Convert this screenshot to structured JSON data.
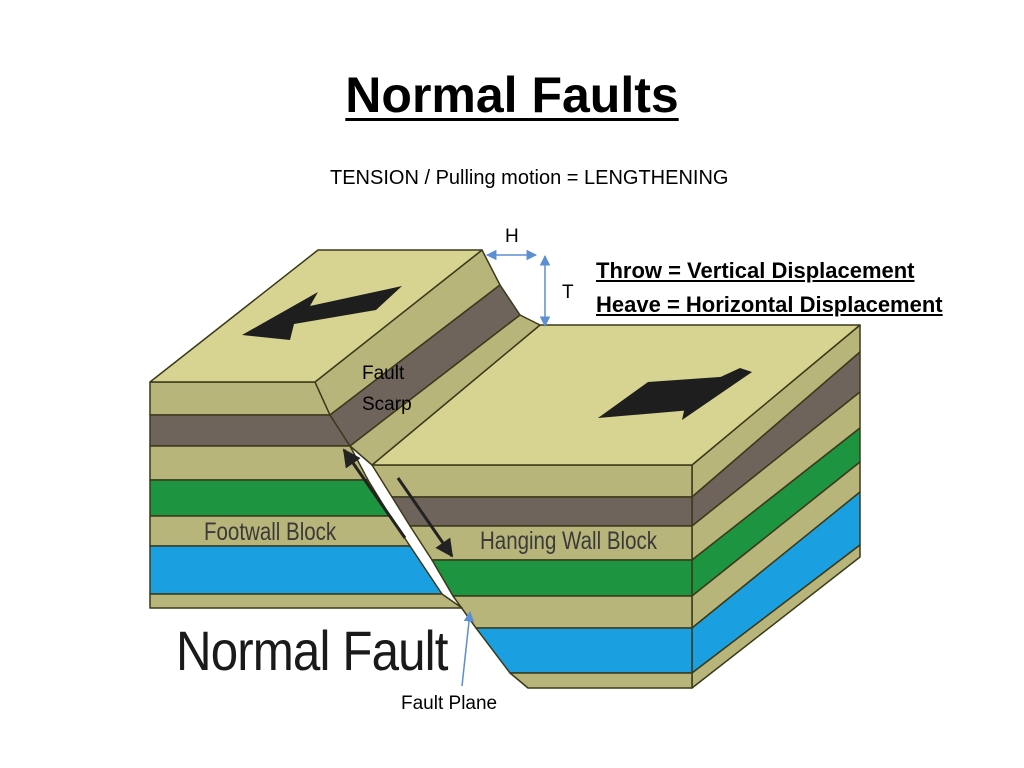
{
  "title": "Normal Faults",
  "subtitle": "TENSION / Pulling motion = LENGTHENING",
  "labels": {
    "heave_symbol": "H",
    "throw_symbol": "T",
    "fault_scarp_line1": "Fault",
    "fault_scarp_line2": "Scarp",
    "footwall": "Footwall Block",
    "hanging_wall": "Hanging Wall Block",
    "fault_plane": "Fault Plane",
    "diagram_caption": "Normal Fault"
  },
  "definitions": {
    "throw": "Throw = Vertical Displacement",
    "heave": "Heave = Horizontal Displacement"
  },
  "colors": {
    "top_surface": "#d6d490",
    "khaki": "#b8b57a",
    "brown_gray": "#6e645c",
    "green": "#1d9440",
    "blue": "#1aa0e0",
    "outline": "#3a3a1a",
    "arrow_accent": "#5b8fd0"
  }
}
